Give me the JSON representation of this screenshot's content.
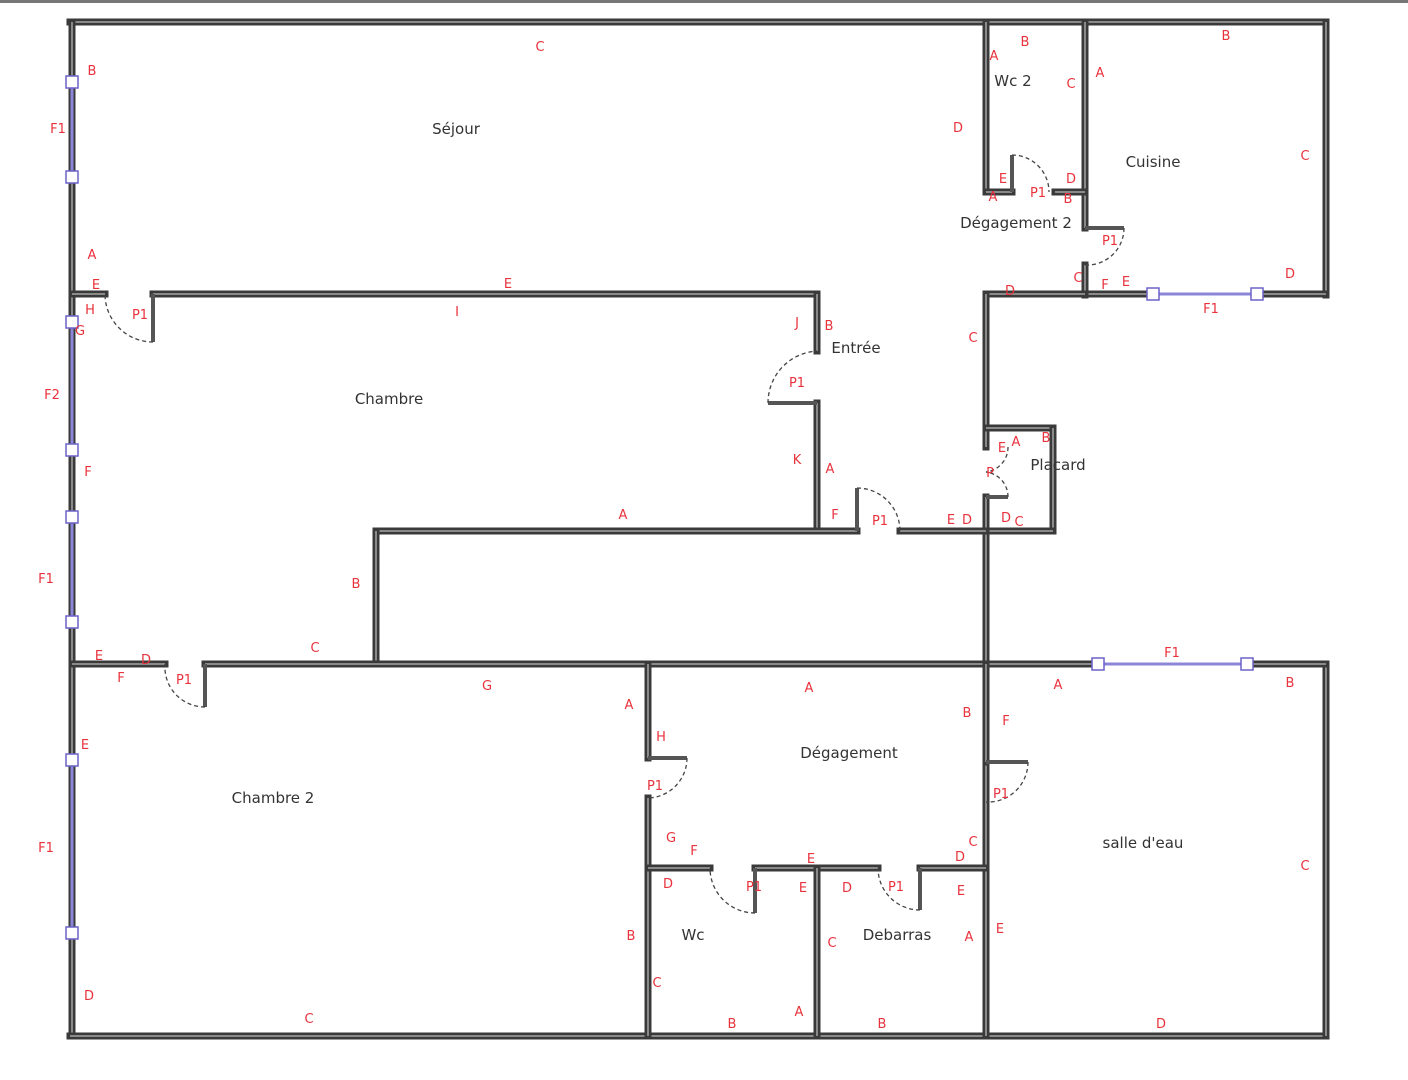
{
  "rooms": [
    "Séjour",
    "Wc 2",
    "Cuisine",
    "Dégagement 2",
    "Entrée",
    "Chambre",
    "Placard",
    "Chambre 2",
    "Dégagement",
    "salle d'eau",
    "Wc",
    "Debarras"
  ],
  "wall_labels": [
    "B",
    "F1",
    "C",
    "D",
    "A",
    "E",
    "A",
    "B",
    "C",
    "E",
    "A",
    "P1",
    "D",
    "B",
    "A",
    "B",
    "C",
    "P1",
    "C",
    "F",
    "E",
    "D",
    "F1",
    "D",
    "H",
    "G",
    "P1",
    "E",
    "I",
    "J",
    "B",
    "P1",
    "F2",
    "F",
    "K",
    "A",
    "A",
    "F",
    "P1",
    "F1",
    "B",
    "C",
    "E",
    "D",
    "F",
    "P1",
    "C",
    "E",
    "A",
    "B",
    "P",
    "E",
    "D",
    "D",
    "C",
    "G",
    "E",
    "F1",
    "D",
    "C",
    "A",
    "A",
    "H",
    "P1",
    "G",
    "F",
    "D",
    "P1",
    "E",
    "E",
    "D",
    "P1",
    "E",
    "D",
    "C",
    "B",
    "F",
    "P1",
    "A",
    "F1",
    "B",
    "C",
    "E",
    "D",
    "B",
    "C",
    "B",
    "A",
    "C",
    "A",
    "B"
  ],
  "colors": {
    "wall": "#3a3a3a",
    "label": "#e8323c",
    "window": "#8c86d8",
    "room_text": "#333333"
  }
}
